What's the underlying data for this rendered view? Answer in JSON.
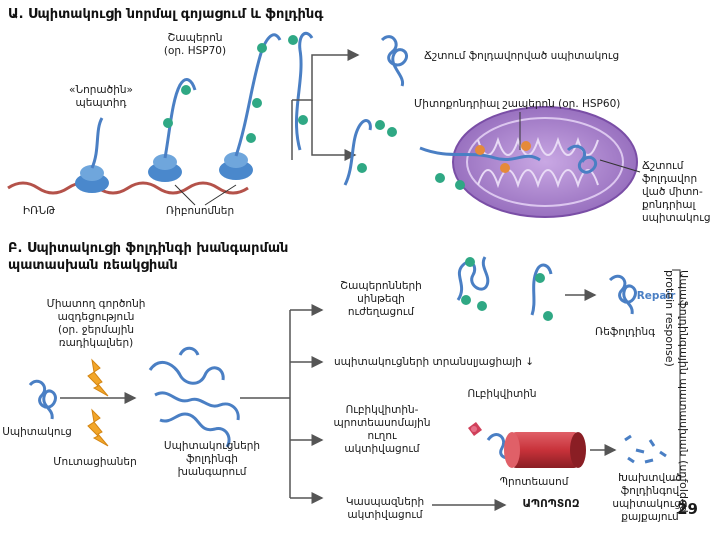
{
  "section_a": {
    "heading": "Ա. Սպիտակուցի նորմալ գոյացում և ֆոլդինգ",
    "labels": {
      "chaperone": "Շապերոն\n(օր. HSP70)",
      "nascent": "«Նորածին»\nպեպտիդ",
      "mrna": "ԻՌՆԹ",
      "ribosomes": "Ռիբոսոմներ",
      "folded_protein": "Ճշտում ֆոլդավորված սպիտակուց",
      "mito_chaperone": "Միտոքոնդրիալ շապերոն (օր. HSP60)",
      "mito_folded": "Ճշտում\nֆոլդավոր\nված միտո-\nքոնդրիալ\nսպիտակուց"
    }
  },
  "section_b": {
    "heading": "Բ. Սպիտակուցի ֆոլդինգի խանգարման\nպատասխան ռեակցիան",
    "labels": {
      "stress": "Միատող գործոնի\nազդեցություն\n(օր. ջերմային\nռադիկալներ)",
      "protein": "Սպիտակուց",
      "mutations": "Մուտացիաներ",
      "unfolded": "Սպիտակուցների\nֆոլդինգի\nխանգարում",
      "chaperone_synthesis": "Շապերոնների\nսինթեզի\nուժեղացում",
      "translation_down": "սպիտակուցների տրանսլյացիայի ↓",
      "ubiquitin_path": "Ուբիկվիտին-\nպրոտեասոմային\nուղու\nակտիվացում",
      "ubiquitin": "Ուբիկվիտին",
      "proteasome": "Պրոտեասոմ",
      "fragments": "Խախտված\nֆոլդինգով\nսպիտակուցի\nքայքայում",
      "caspase": "Կասպազների\nակտիվացում",
      "apoptosis": "ԱՊՈՊՏՈԶ",
      "refolding": "Ռեֆոլդինգ",
      "repair": "Repair",
      "vertical": "Ապաֆոլդինգային պատասխան\n(unfolded protein response)"
    }
  },
  "page_number": "29",
  "colors": {
    "protein_blue": "#4a7fc4",
    "ribosome_blue": "#4a88cc",
    "chaperone_teal": "#2fa884",
    "mito_chaperone": "#e58a3a",
    "mito_purple": "#b794d6",
    "proteasome_red": "#c8323a",
    "mrna_brown": "#b4524a"
  }
}
